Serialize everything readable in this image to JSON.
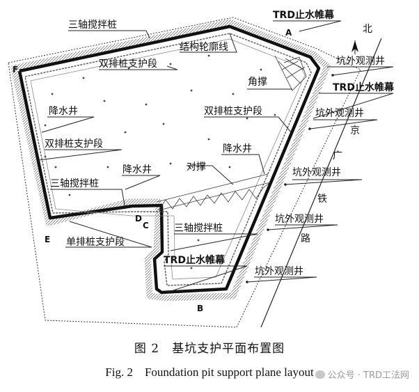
{
  "labels": {
    "sanzhou_top": "三轴搅拌桩",
    "trd_top": "TRD止水帷幕",
    "point_a": "A",
    "north": "北",
    "outline": "结构轮廓线",
    "point_f": "F",
    "double_row_1": "双排桩支护段",
    "kengwai_1": "坑外观测井",
    "jiaocheng": "角撑",
    "trd_right": "TRD止水帷幕",
    "jiangshui_1": "降水井",
    "kengwai_2": "坑外观测井",
    "double_row_2": "双排桩支护段",
    "jing": "京",
    "double_row_3": "双排桩支护段",
    "guang": "广",
    "jiangshui_2": "降水井",
    "duicheng": "对撑",
    "jiangshui_3": "降水井",
    "kengwai_3": "坑外观测井",
    "sanzhou_left": "三轴搅拌桩",
    "tie": "铁",
    "point_d": "D",
    "point_c": "C",
    "kengwai_4": "坑外观测井",
    "point_e": "E",
    "single_row": "单排桩支护段",
    "sanzhou_mid": "三轴搅拌桩",
    "lu": "路",
    "trd_bottom": "TRD止水帷幕",
    "kengwai_5": "坑外观测井",
    "point_b": "B"
  },
  "caption": {
    "cn": "图 2　基坑支护平面布置图",
    "en": "Fig. 2　Foundation pit support plane layout"
  },
  "watermark": "公众号 · TRD工法网"
}
